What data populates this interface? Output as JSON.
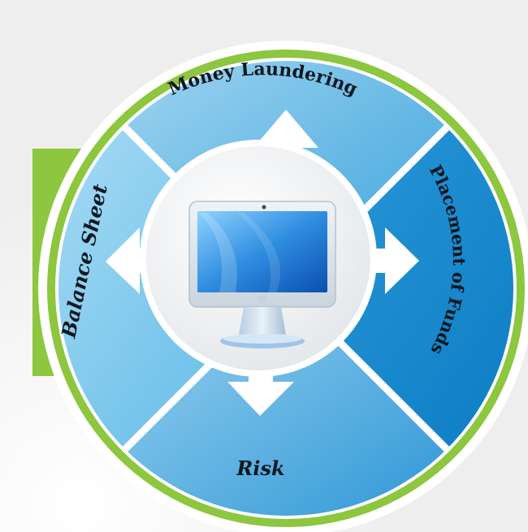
{
  "diagram": {
    "segments": [
      {
        "id": "top",
        "label": "Money Laundering"
      },
      {
        "id": "right",
        "label": "Placement of Funds"
      },
      {
        "id": "bottom",
        "label": "Risk"
      },
      {
        "id": "left",
        "label": "Balance Sheet"
      }
    ],
    "center": {
      "icon": "desktop-computer-icon"
    },
    "colors": {
      "ring": "#8dc63f",
      "tab": "#8dc63f",
      "segment_light": "#86c8ec",
      "segment_dark": "#1e8fd0",
      "arrow": "#ffffff"
    }
  }
}
